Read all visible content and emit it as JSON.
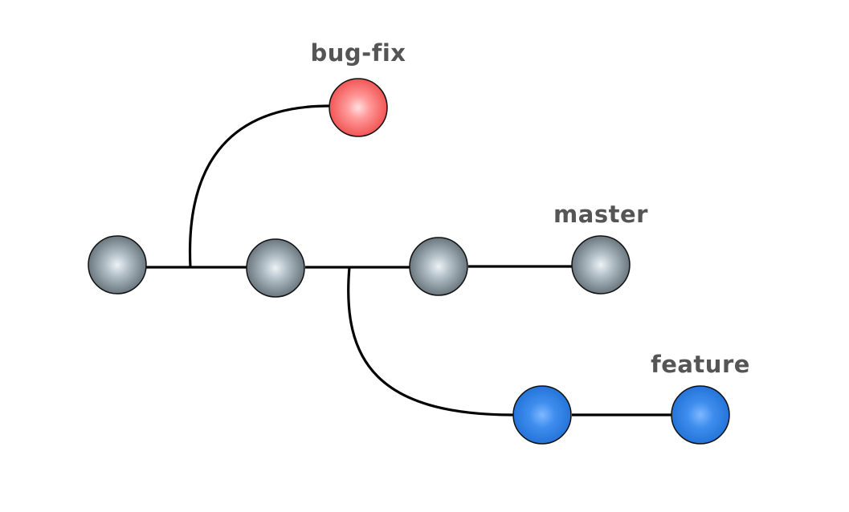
{
  "branches": {
    "bug_fix": {
      "label": "bug-fix",
      "color": "#ff6666"
    },
    "master": {
      "label": "master",
      "color": "#7d8b93"
    },
    "feature": {
      "label": "feature",
      "color": "#2f7ee0"
    }
  },
  "colors": {
    "edge": "#000000",
    "label": "#555555",
    "background": "#ffffff"
  }
}
